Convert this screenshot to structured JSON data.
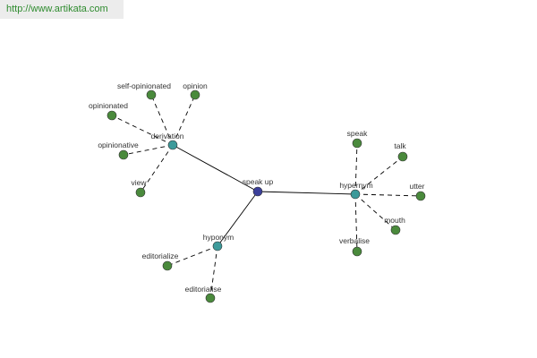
{
  "header": {
    "url": "http://www.artikata.com"
  },
  "colors": {
    "center": "#3b3f9a",
    "hub": "#3d9a9a",
    "leaf": "#4a8a3c",
    "edge": "#000000"
  },
  "graph": {
    "center": {
      "id": "speak-up",
      "label": "speak up"
    },
    "hubs": [
      {
        "id": "derivation",
        "label": "derivation",
        "leaves": [
          {
            "id": "self-opinionated",
            "label": "self-opinionated"
          },
          {
            "id": "opinion",
            "label": "opinion"
          },
          {
            "id": "opinionated",
            "label": "opinionated"
          },
          {
            "id": "opinionative",
            "label": "opinionative"
          },
          {
            "id": "view",
            "label": "view"
          }
        ]
      },
      {
        "id": "hypernym",
        "label": "hypernym",
        "leaves": [
          {
            "id": "speak",
            "label": "speak"
          },
          {
            "id": "talk",
            "label": "talk"
          },
          {
            "id": "utter",
            "label": "utter"
          },
          {
            "id": "mouth",
            "label": "mouth"
          },
          {
            "id": "verbalise",
            "label": "verbalise"
          }
        ]
      },
      {
        "id": "hyponym",
        "label": "hyponym",
        "leaves": [
          {
            "id": "editorialize",
            "label": "editorialize"
          },
          {
            "id": "editorialise",
            "label": "editorialise"
          }
        ]
      }
    ]
  }
}
